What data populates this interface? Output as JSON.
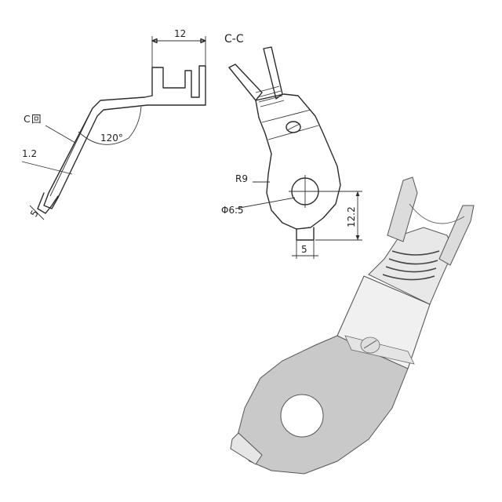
{
  "side_view": {
    "width_dim": "12",
    "angle_dim": "120°",
    "thickness_dim": "1.2",
    "tab_dim": "5",
    "section_marker": "C",
    "section_marker_symbol": "回"
  },
  "front_view": {
    "section_title": "C-C",
    "radius_dim": "R9",
    "hole_dim": "Φ6.5",
    "height_dim": "12.2",
    "tab_width_dim": "5"
  },
  "colors": {
    "line": "#2b2b2b",
    "render_light": "#f2f2f2",
    "render_mid": "#c9c9c9",
    "render_dark": "#8a8a8a"
  }
}
